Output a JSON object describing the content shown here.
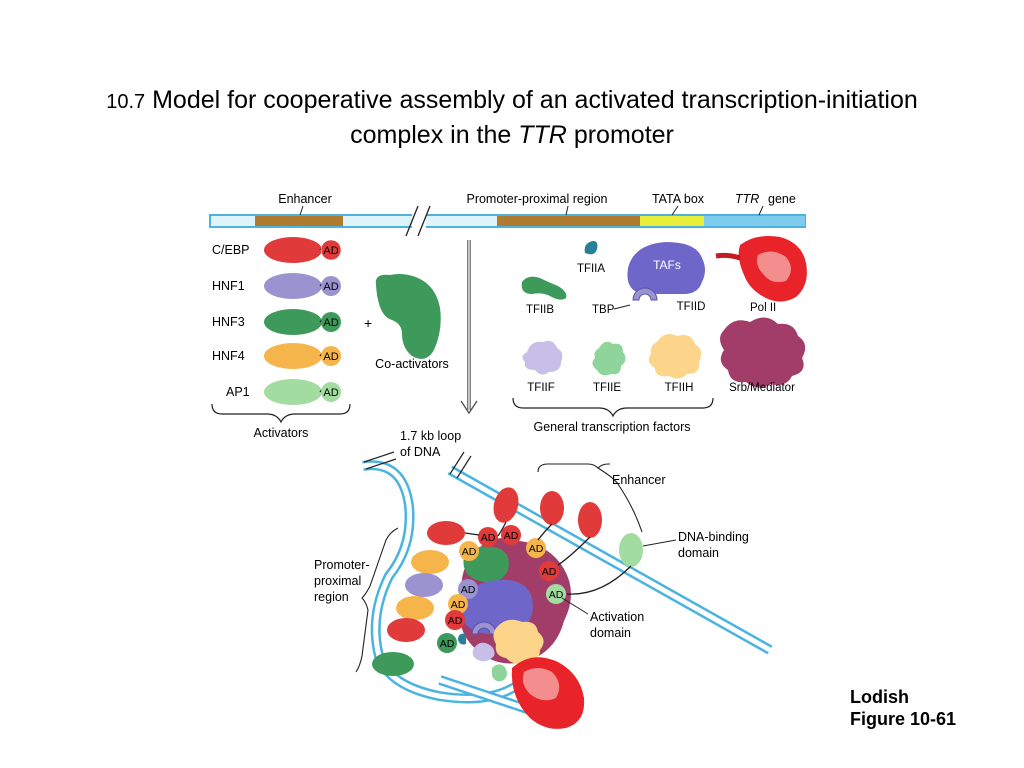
{
  "title": {
    "number": "10.7",
    "line1": "Model for cooperative assembly of an activated transcription-initiation",
    "line2_pre": "complex in the",
    "line2_italic": "TTR",
    "line2_post": "promoter"
  },
  "dna_map": {
    "enhancer": "Enhancer",
    "promoter_proximal": "Promoter-proximal region",
    "tata_box": "TATA box",
    "gene_italic": "TTR",
    "gene_suffix": "gene"
  },
  "activators": {
    "items": [
      {
        "name": "C/EBP",
        "ad": "AD",
        "color": "#e03a3a"
      },
      {
        "name": "HNF1",
        "ad": "AD",
        "color": "#9a93d0"
      },
      {
        "name": "HNF3",
        "ad": "AD",
        "color": "#3d9a5a"
      },
      {
        "name": "HNF4",
        "ad": "AD",
        "color": "#f5b54a"
      },
      {
        "name": "AP1",
        "ad": "AD",
        "color": "#a3dca0"
      }
    ],
    "group_label": "Activators",
    "plus": "+",
    "coactivators": "Co-activators",
    "coactivator_color": "#3d9a5a"
  },
  "gtf": {
    "tfiia": "TFIIA",
    "taf": "TAFs",
    "pol2": "Pol II",
    "tfiib": "TFIIB",
    "tbp": "TBP",
    "tfiid": "TFIID",
    "tfiif": "TFIIF",
    "tfiie": "TFIIE",
    "tfiih": "TFIIH",
    "mediator": "Srb/Mediator",
    "group_label": "General transcription factors"
  },
  "assembly": {
    "loop_line1": "1.7 kb loop",
    "loop_line2": "of DNA",
    "enhancer": "Enhancer",
    "dna_binding_line1": "DNA-binding",
    "dna_binding_line2": "domain",
    "promoter_line1": "Promoter-",
    "promoter_line2": "proximal",
    "promoter_line3": "region",
    "activation_line1": "Activation",
    "activation_line2": "domain",
    "ad": "AD"
  },
  "citation": {
    "line1": "Lodish",
    "line2": "Figure 10-61"
  },
  "colors": {
    "dna_blue": "#4ab3e0",
    "enhancer_brown": "#b07a2f",
    "tata_yellow": "#e8ee3a",
    "taf_purple": "#6e66c8",
    "pol2_red": "#e8242a",
    "mediator": "#a23d6a",
    "tfiia_teal": "#2a7f9a"
  }
}
